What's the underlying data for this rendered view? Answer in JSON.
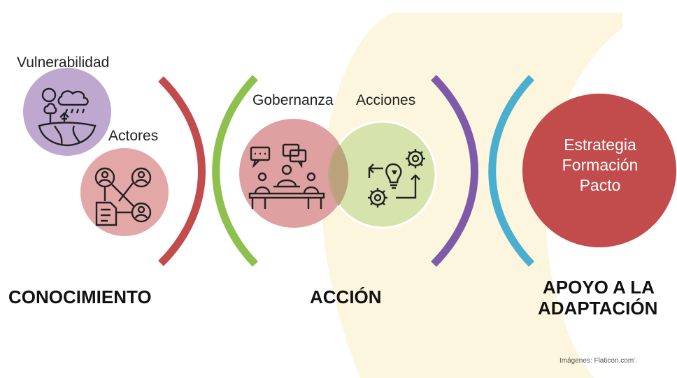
{
  "colors": {
    "background_swoosh": "#fdf6de",
    "vulnerabilidad_circle": "#bfa8cf",
    "actores_circle": "#e3a7a7",
    "gobernanza_circle": "#dea0a0",
    "acciones_circle": "#d7e3ad",
    "overlap": "#b89a78",
    "estrategia_circle": "#c24b4b",
    "arc_red": "#c24b4b",
    "arc_green": "#8ec04e",
    "arc_purple": "#7d5ba8",
    "arc_blue": "#4aaed0"
  },
  "labels": {
    "vulnerabilidad": "Vulnerabilidad",
    "actores": "Actores",
    "gobernanza": "Gobernanza",
    "acciones": "Acciones"
  },
  "estrategia_lines": [
    "Estrategia",
    "Formación",
    "Pacto"
  ],
  "sections": {
    "conocimiento": "CONOCIMIENTO",
    "accion": "ACCIÓN",
    "apoyo_line1": "APOYO A LA",
    "apoyo_line2": "ADAPTACIÓN"
  },
  "credit": "Imágenes: Flaticon.com'.",
  "icons": {
    "vulnerabilidad": "landscape-climate-icon",
    "actores": "people-network-icon",
    "gobernanza": "meeting-table-icon",
    "acciones": "process-gears-icon"
  }
}
